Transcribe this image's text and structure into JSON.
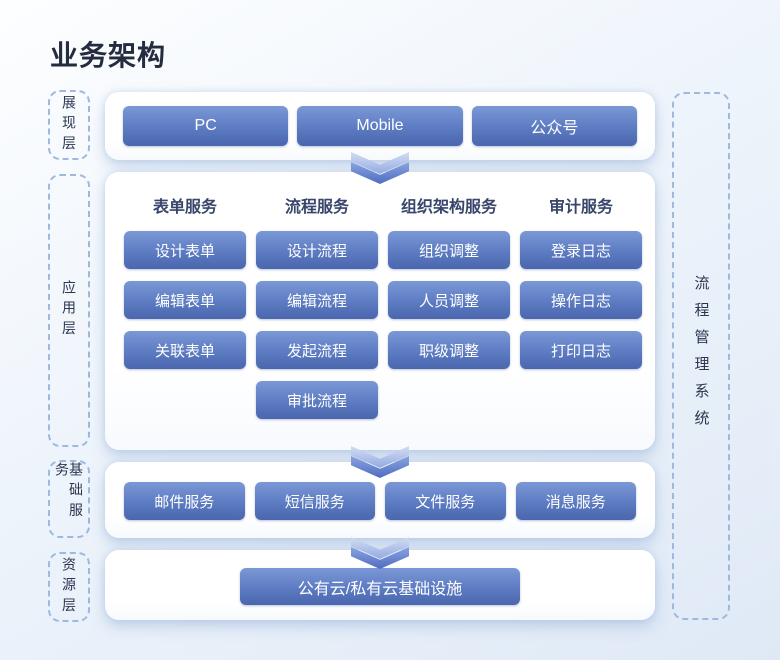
{
  "title": "业务架构",
  "colors": {
    "node_gradient_top": "#7b98d6",
    "node_gradient_bottom": "#4a66ae",
    "panel_background": "#ffffff",
    "dashed_border": "#9db9dd",
    "heading_text": "#232d3f",
    "column_header_text": "#39466b",
    "node_text": "#ffffff",
    "page_background_top": "#fdfeff",
    "page_background_bottom": "#dfe9f6"
  },
  "side_labels": {
    "left": [
      {
        "label": "展现层"
      },
      {
        "label": "应用层"
      },
      {
        "label": "基础服务"
      },
      {
        "label": "资源层"
      }
    ],
    "right": {
      "label": "流程管理系统"
    }
  },
  "presentation_layer": {
    "nodes": [
      "PC",
      "Mobile",
      "公众号"
    ]
  },
  "application_layer": {
    "columns": [
      {
        "header": "表单服务",
        "items": [
          "设计表单",
          "编辑表单",
          "关联表单"
        ]
      },
      {
        "header": "流程服务",
        "items": [
          "设计流程",
          "编辑流程",
          "发起流程",
          "审批流程"
        ]
      },
      {
        "header": "组织架构服务",
        "items": [
          "组织调整",
          "人员调整",
          "职级调整"
        ]
      },
      {
        "header": "审计服务",
        "items": [
          "登录日志",
          "操作日志",
          "打印日志"
        ]
      }
    ]
  },
  "basic_services_layer": {
    "nodes": [
      "邮件服务",
      "短信服务",
      "文件服务",
      "消息服务"
    ]
  },
  "resource_layer": {
    "nodes": [
      "公有云/私有云基础设施"
    ]
  }
}
